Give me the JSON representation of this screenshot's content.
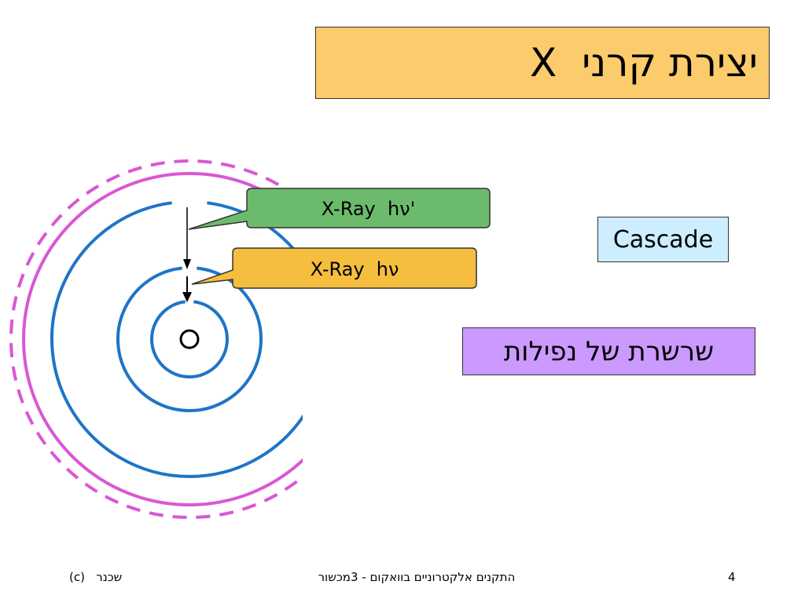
{
  "slide": {
    "title": "יצירת קרני  X",
    "callouts": {
      "xray_prime": "X-Ray  hν'",
      "xray": "X-Ray  hν"
    },
    "cascade_label": "Cascade",
    "hebrew_label": "שרשרת של נפילות"
  },
  "footer": {
    "left": "(c)   שכנר",
    "center": "התקנים אלקטרוניים בוואקום - 3מכשור",
    "page_number": "4"
  },
  "colors": {
    "title_bg": "#fccb6b",
    "orbit_blue": "#1f74c6",
    "orbit_magenta": "#d957d4",
    "callout_green": "#6cbb6c",
    "callout_orange": "#f5be3e",
    "cascade_bg": "#cceeff",
    "hebrew_bg": "#cc99ff"
  }
}
